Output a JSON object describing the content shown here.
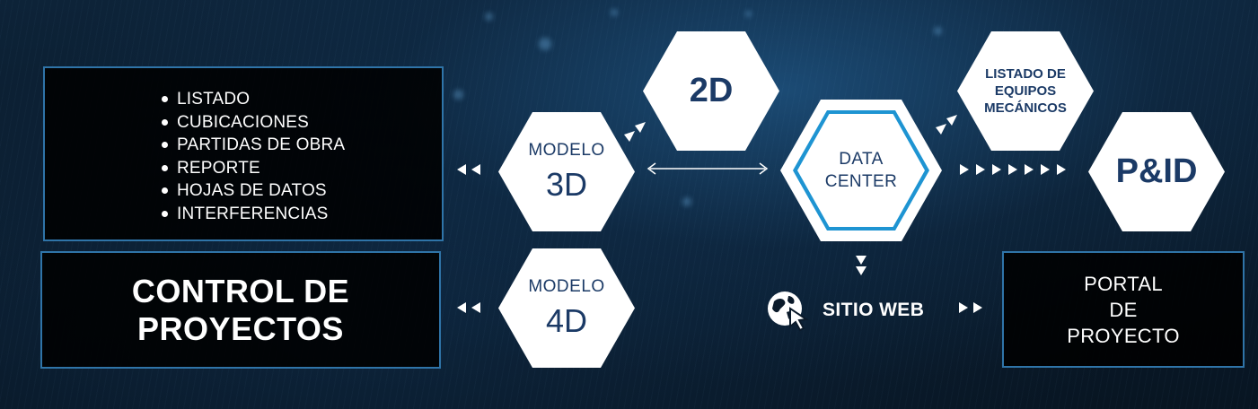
{
  "left_list": {
    "items": [
      "LISTADO",
      "CUBICACIONES",
      "PARTIDAS DE OBRA",
      "REPORTE",
      "HOJAS DE DATOS",
      "INTERFERENCIAS"
    ]
  },
  "control": {
    "title": "CONTROL DE\nPROYECTOS"
  },
  "modelo3d": {
    "small": "MODELO",
    "big": "3D"
  },
  "modelo4d": {
    "small": "MODELO",
    "big": "4D"
  },
  "twod": {
    "label": "2D"
  },
  "data_center": {
    "label": "DATA\nCENTER"
  },
  "listado_equipos": {
    "label": "LISTADO DE\nEQUIPOS\nMECÁNICOS"
  },
  "pid": {
    "label": "P&ID"
  },
  "sitio_web": {
    "label": "SITIO WEB"
  },
  "portal": {
    "title": "PORTAL\nDE\nPROYECTO"
  },
  "colors": {
    "hex_text": "#1b3a66",
    "ring": "#1e94d2",
    "box_border": "#2f74a8"
  }
}
